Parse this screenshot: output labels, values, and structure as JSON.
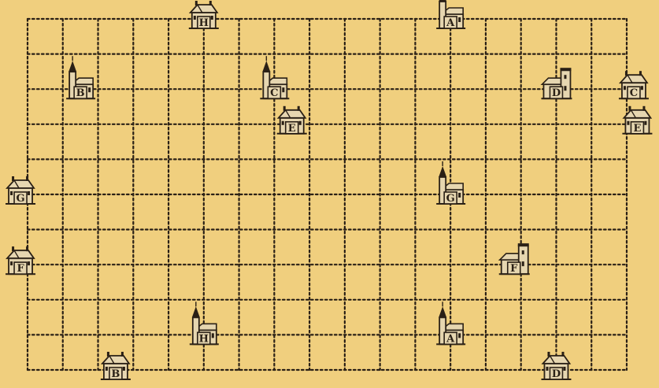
{
  "colors": {
    "paper": "#f0cf7e",
    "ink": "#2a2016",
    "house_fill": "#e6d6b0"
  },
  "grid": {
    "columns": 17,
    "rows": 10,
    "style": "dotted"
  },
  "buildings": [
    {
      "id": "h-top",
      "letter": "H",
      "type": "house",
      "col": 5,
      "row": 0
    },
    {
      "id": "a-top",
      "letter": "A",
      "type": "church",
      "col": 12,
      "row": 0
    },
    {
      "id": "b-left",
      "letter": "B",
      "type": "church",
      "col": 1.5,
      "row": 2
    },
    {
      "id": "c-mid",
      "letter": "C",
      "type": "church",
      "col": 7,
      "row": 2
    },
    {
      "id": "d-right",
      "letter": "D",
      "type": "tower-house",
      "col": 15,
      "row": 2
    },
    {
      "id": "c-right",
      "letter": "C",
      "type": "house",
      "col": 17.2,
      "row": 2
    },
    {
      "id": "e-mid",
      "letter": "E",
      "type": "house",
      "col": 7.5,
      "row": 3
    },
    {
      "id": "e-right",
      "letter": "E",
      "type": "house",
      "col": 17.3,
      "row": 3
    },
    {
      "id": "g-left",
      "letter": "G",
      "type": "house",
      "col": -0.2,
      "row": 5
    },
    {
      "id": "g-mid",
      "letter": "G",
      "type": "church",
      "col": 12,
      "row": 5
    },
    {
      "id": "f-left",
      "letter": "F",
      "type": "house",
      "col": -0.2,
      "row": 7
    },
    {
      "id": "f-right",
      "letter": "F",
      "type": "tower-house",
      "col": 13.8,
      "row": 7
    },
    {
      "id": "h-bottom",
      "letter": "H",
      "type": "church",
      "col": 5,
      "row": 9
    },
    {
      "id": "a-bottom",
      "letter": "A",
      "type": "church",
      "col": 12,
      "row": 9
    },
    {
      "id": "b-bottom",
      "letter": "B",
      "type": "house",
      "col": 2.5,
      "row": 10
    },
    {
      "id": "d-bottom",
      "letter": "D",
      "type": "house",
      "col": 15,
      "row": 10
    }
  ]
}
